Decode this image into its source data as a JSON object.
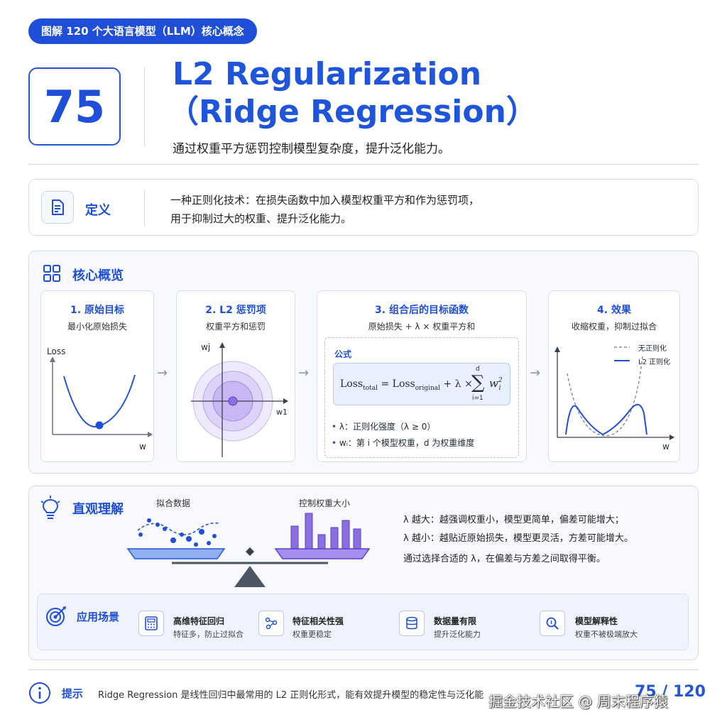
{
  "header": {
    "series_badge": "图解 120 个大语言模型（LLM）核心概念",
    "number": "75",
    "title_line1": "L2 Regularization",
    "title_line2": "（Ridge Regression）",
    "subtitle": "通过权重平方惩罚控制模型复杂度，提升泛化能力。"
  },
  "definition": {
    "title": "定义",
    "icon": "document-icon",
    "text_line1": "一种正则化技术：在损失函数中加入模型权重平方和作为惩罚项，",
    "text_line2": "用于抑制过大的权重、提升泛化能力。"
  },
  "overview": {
    "title": "核心概览",
    "icon": "grid-icon",
    "panel1": {
      "title": "1. 原始目标",
      "subtitle": "最小化原始损失",
      "y_label": "Loss",
      "x_label": "w"
    },
    "panel2": {
      "title": "2. L2 惩罚项",
      "subtitle": "权重平方和惩罚",
      "y_label": "wj",
      "x_label": "w1"
    },
    "panel3": {
      "title": "3. 组合后的目标函数",
      "subtitle": "原始损失 + λ × 权重平方和",
      "formula_label": "公式",
      "loss_total": "Loss",
      "total_sub": "total",
      "loss_orig": "Loss",
      "orig_sub": "original",
      "plus_lambda": "+ λ ×",
      "sum_top": "d",
      "sum_bottom": "i=1",
      "w_term": "w",
      "bullet1": "λ：正则化强度（λ ≥ 0）",
      "bullet2": "wᵢ：第 i 个模型权重，d 为权重维度"
    },
    "panel4": {
      "title": "4. 效果",
      "subtitle": "收缩权重，抑制过拟合",
      "legend_no_reg": "无正则化",
      "legend_l2": "L2 正则化",
      "x_label": "w"
    }
  },
  "intuition": {
    "title": "直观理解",
    "icon": "lightbulb-icon",
    "caption_fit": "拟合数据",
    "caption_weights": "控制权重大小",
    "line1": "λ 越大：越强调权重小，模型更简单，偏差可能增大；",
    "line2": "λ 越小：越贴近原始损失，模型更灵活，方差可能增大。",
    "line3": "通过选择合适的 λ，在偏差与方差之间取得平衡。"
  },
  "applications": {
    "title": "应用场景",
    "icon": "target-icon",
    "items": [
      {
        "title": "高维特征回归",
        "desc": "特征多，防止过拟合",
        "icon": "calculator-icon"
      },
      {
        "title": "特征相关性强",
        "desc": "权重更稳定",
        "icon": "network-icon"
      },
      {
        "title": "数据量有限",
        "desc": "提升泛化能力",
        "icon": "database-icon"
      },
      {
        "title": "模型解释性",
        "desc": "权重不被极端放大",
        "icon": "magnifier-icon"
      }
    ]
  },
  "footer": {
    "tip_label": "提示",
    "tip_text": "Ridge Regression 是线性回归中最常用的 L2 正则化形式，能有效提升模型的稳定性与泛化能",
    "page": "75 / 120",
    "watermark": "掘金技术社区 @ 周末程序猿"
  },
  "colors": {
    "accent": "#1f4fd8",
    "purple": "#7b5cd6",
    "border": "#d6deeb"
  }
}
